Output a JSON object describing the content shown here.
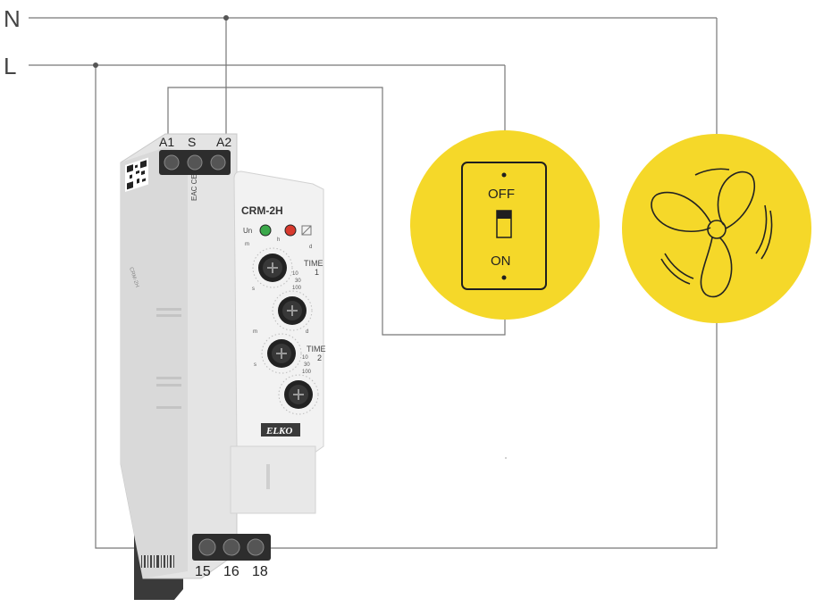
{
  "bus": {
    "neutral": "N",
    "live": "L"
  },
  "device": {
    "model": "CRM-2H",
    "brand": "ELKO",
    "indicator_un": "Un",
    "top_terminals": [
      "A1",
      "S",
      "A2"
    ],
    "bottom_terminals": [
      "15",
      "16",
      "18"
    ],
    "time1_label": "TIME",
    "time1_index": "1",
    "time2_label": "TIME",
    "time2_index": "2",
    "scale_values": [
      "10",
      "30",
      "100"
    ],
    "unit_marks": [
      "m",
      "h",
      "d",
      "s"
    ],
    "side_label": "CRM-2H",
    "cert_marks": "EAC  CE",
    "led_green": "#3aa84a",
    "led_red": "#d83a2e"
  },
  "switch": {
    "off_label": "OFF",
    "on_label": "ON",
    "circle_color": "#f5d829"
  },
  "fan": {
    "circle_color": "#f5d829",
    "icon": "fan-icon"
  }
}
